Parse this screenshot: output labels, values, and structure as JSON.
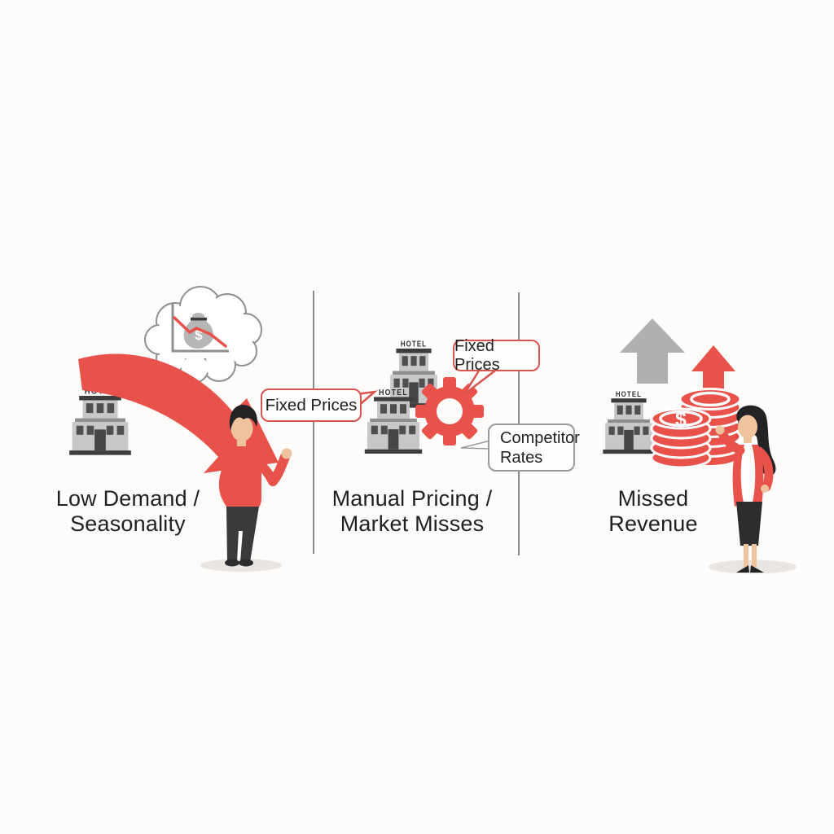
{
  "colors": {
    "accent_red": "#e8524b",
    "icon_gray": "#b0b0b0",
    "divider_gray": "#8a8a8a",
    "bubble_red_border": "#d9534f",
    "bubble_gray_border": "#9a9a9a",
    "text": "#202020"
  },
  "panels": {
    "left": {
      "label_line1": "Low Demand /",
      "label_line2": "Seasonality"
    },
    "middle": {
      "label_line1": "Manual Pricing /",
      "label_line2": "Market Misses",
      "bubbles": {
        "fixed_prices_left": "Fixed Prices",
        "fixed_prices_top": "Fixed Prices",
        "competitor_line1": "Competitor",
        "competitor_line2": "Rates"
      }
    },
    "right": {
      "label_line1": "Missed",
      "label_line2": "Revenue"
    }
  },
  "icons": {
    "hotel_sign_label": "HOTEL",
    "money_bag_symbol": "$",
    "coin_symbol": "$"
  }
}
